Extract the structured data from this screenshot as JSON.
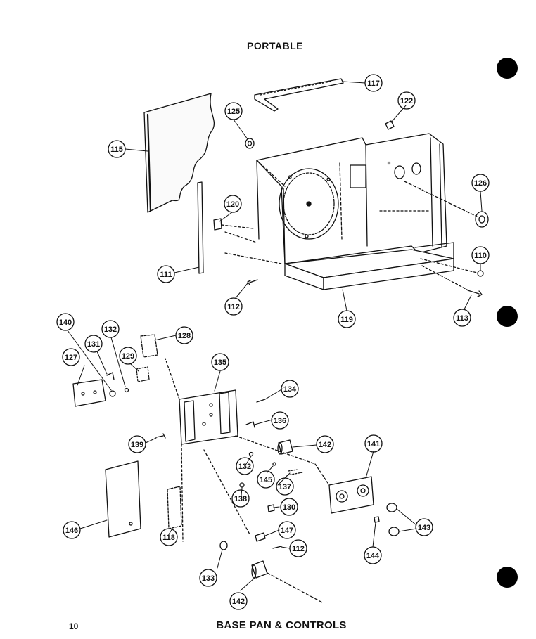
{
  "header": {
    "title": "PORTABLE"
  },
  "footer": {
    "page_number": "10",
    "title": "BASE PAN & CONTROLS"
  },
  "callouts": {
    "c117": "117",
    "c122": "122",
    "c125": "125",
    "c115": "115",
    "c126": "126",
    "c120": "120",
    "c110": "110",
    "c111": "111",
    "c112a": "112",
    "c119": "119",
    "c113": "113",
    "c140": "140",
    "c132a": "132",
    "c128": "128",
    "c131": "131",
    "c127": "127",
    "c129": "129",
    "c135": "135",
    "c134": "134",
    "c136": "136",
    "c139": "139",
    "c142a": "142",
    "c141": "141",
    "c132b": "132",
    "c145": "145",
    "c137": "137",
    "c138": "138",
    "c130": "130",
    "c146": "146",
    "c118": "118",
    "c147": "147",
    "c143": "143",
    "c112b": "112",
    "c144": "144",
    "c133": "133",
    "c142b": "142"
  }
}
